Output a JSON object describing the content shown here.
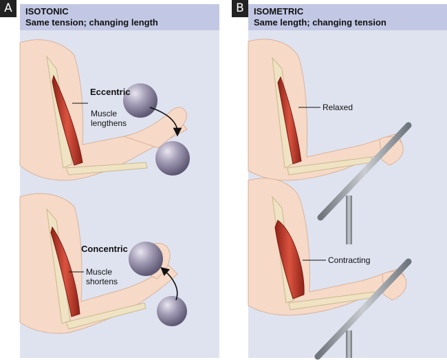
{
  "panel_a": {
    "tag": "A",
    "title": "ISOTONIC",
    "subtitle": "Same tension; changing length",
    "top_label": "Eccentric",
    "top_muscle_line1": "Muscle",
    "top_muscle_line2": "lengthens",
    "bottom_label": "Concentric",
    "bottom_muscle_line1": "Muscle",
    "bottom_muscle_line2": "shortens"
  },
  "panel_b": {
    "tag": "B",
    "title": "ISOMETRIC",
    "subtitle": "Same length; changing tension",
    "top_label": "Relaxed",
    "bottom_label": "Contracting"
  },
  "colors": {
    "panel_bg": "#dfe3ef",
    "header_bg": "#c2c8e4",
    "skin": "#f6d9c6",
    "muscle": "#c0392b",
    "bone": "#efe3c4",
    "ball": "#9b94ad",
    "bar": "#9aa0a6"
  }
}
